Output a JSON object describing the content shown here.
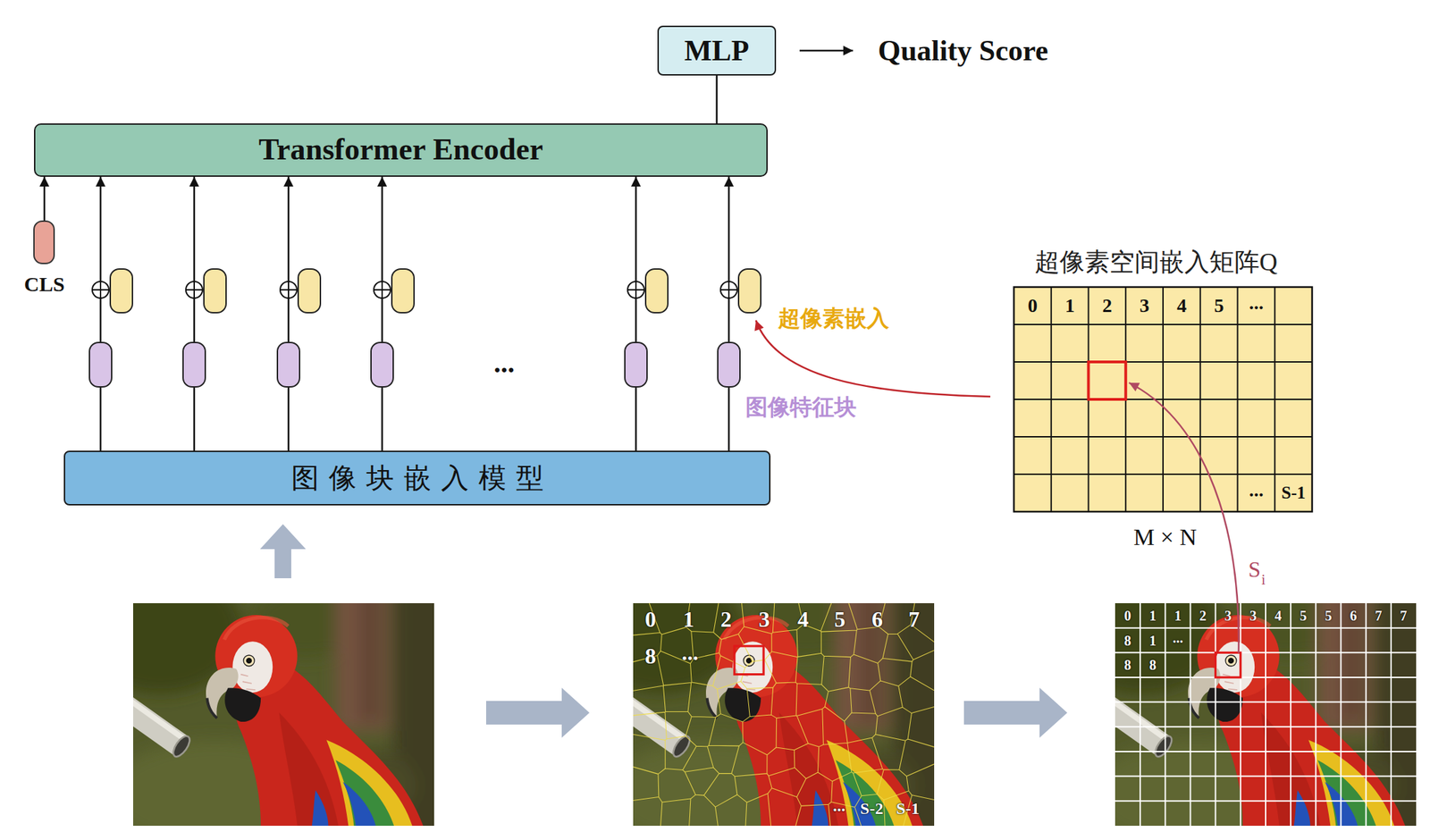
{
  "diagram": {
    "nodes": [
      {
        "text": [
          "MLP"
        ]
      },
      {
        "text": [
          "Transformer Encoder"
        ]
      },
      {
        "text": [
          "CLS"
        ]
      },
      {
        "text": [
          "图像块嵌入模型"
        ]
      }
    ],
    "edges": [
      {
        "from": 1,
        "to": 0,
        "arrow": "none"
      },
      {
        "from": 2,
        "to": 1,
        "arrow": "to"
      },
      {
        "from": 3,
        "to": 1,
        "arrow": "to"
      },
      {
        "from": 3,
        "to": 1,
        "arrow": "to"
      },
      {
        "from": 3,
        "to": 1,
        "arrow": "to"
      },
      {
        "from": 3,
        "to": 1,
        "arrow": "to"
      },
      {
        "from": 3,
        "to": 1,
        "arrow": "to"
      },
      {
        "from": 3,
        "to": 1,
        "arrow": "to"
      }
    ],
    "labels": [
      "Quality Score",
      "...",
      "超像素嵌入",
      "图像特征块",
      "超像素空间嵌入矩阵Q",
      "0",
      "1",
      "2",
      "3",
      "4",
      "5",
      "...",
      "...",
      "S-1",
      "M × N",
      "S",
      "i",
      "0",
      "1",
      "2",
      "3",
      "4",
      "5",
      "6",
      "7",
      "8",
      "...",
      "...",
      "S-2",
      "S-1",
      "0",
      "1",
      "1",
      "2",
      "3",
      "3",
      "4",
      "5",
      "5",
      "6",
      "7",
      "7",
      "8",
      "1",
      "...",
      "8",
      "8"
    ]
  }
}
